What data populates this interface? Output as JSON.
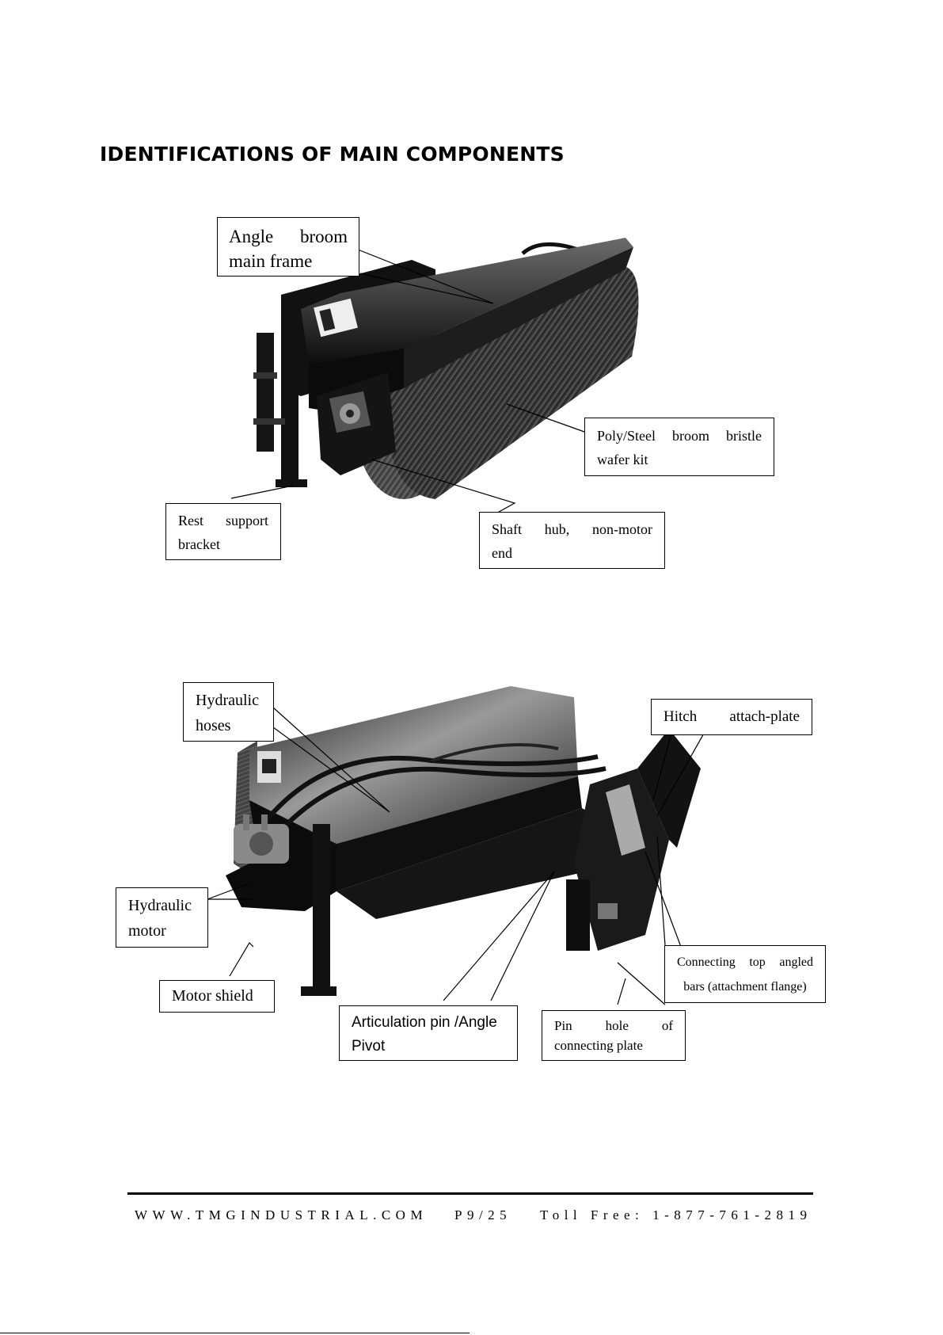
{
  "heading": "IDENTIFICATIONS OF MAIN COMPONENTS",
  "figure1": {
    "callouts": {
      "main_frame": [
        "Angle broom",
        "main frame"
      ],
      "bristle_kit": [
        "Poly/Steel broom bristle",
        "wafer kit"
      ],
      "rest_bracket": [
        "Rest support",
        "bracket"
      ],
      "shaft_hub": [
        "Shaft hub, non-motor",
        "end"
      ]
    }
  },
  "figure2": {
    "callouts": {
      "hydraulic_hoses": [
        "Hydraulic",
        "hoses"
      ],
      "hitch_plate": [
        "Hitch attach-plate"
      ],
      "hydraulic_motor": [
        "Hydraulic",
        "motor"
      ],
      "motor_shield": [
        "Motor shield"
      ],
      "connecting_bars": [
        "Connecting top angled",
        "bars (attachment flange)"
      ],
      "articulation_pin": [
        "Articulation pin /Angle",
        "Pivot"
      ],
      "pin_hole": [
        "Pin hole of",
        "connecting plate"
      ]
    }
  },
  "footer": {
    "website": "WWW.TMGINDUSTRIAL.COM",
    "page": "P9/25",
    "toll_free": "Toll Free: 1-877-761-2819"
  }
}
